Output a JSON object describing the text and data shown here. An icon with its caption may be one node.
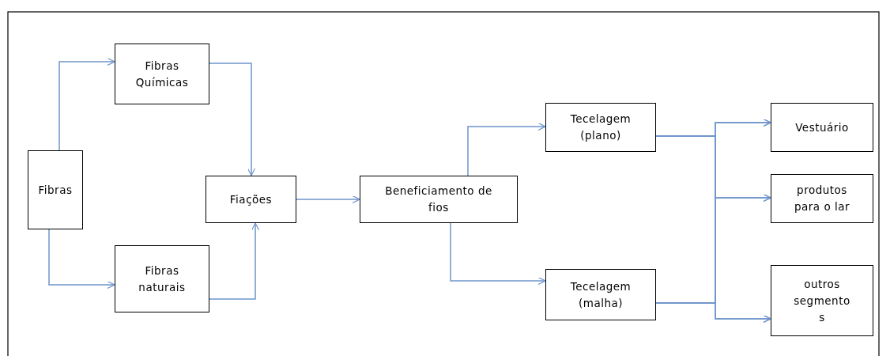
{
  "diagram": {
    "nodes": [
      {
        "text": [
          "Fibras"
        ]
      },
      {
        "text": [
          "Fibras Químicas"
        ]
      },
      {
        "text": [
          "Fibras naturais"
        ]
      },
      {
        "text": [
          "Fiações"
        ]
      },
      {
        "text": [
          "Beneficiamento de fios"
        ]
      },
      {
        "text": [
          "Tecelagem (plano)"
        ]
      },
      {
        "text": [
          "Tecelagem (malha)"
        ]
      },
      {
        "text": [
          "Vestuário"
        ]
      },
      {
        "text": [
          "produtos para o lar"
        ]
      },
      {
        "text": [
          "outros segmento s"
        ]
      }
    ],
    "edges": [
      {
        "from": 0,
        "to": 1,
        "arrow": "to"
      },
      {
        "from": 0,
        "to": 2,
        "arrow": "to"
      },
      {
        "from": 1,
        "to": 3,
        "arrow": "to"
      },
      {
        "from": 2,
        "to": 3,
        "arrow": "to"
      },
      {
        "from": 3,
        "to": 4,
        "arrow": "to"
      },
      {
        "from": 4,
        "to": 5,
        "arrow": "to"
      },
      {
        "from": 4,
        "to": 6,
        "arrow": "to"
      },
      {
        "from": 5,
        "to": 7,
        "arrow": "to"
      },
      {
        "from": 5,
        "to": 8,
        "arrow": "to"
      },
      {
        "from": 5,
        "to": 9,
        "arrow": "to"
      },
      {
        "from": 6,
        "to": 7,
        "arrow": "to"
      },
      {
        "from": 6,
        "to": 8,
        "arrow": "to"
      },
      {
        "from": 6,
        "to": 9,
        "arrow": "to"
      }
    ]
  }
}
